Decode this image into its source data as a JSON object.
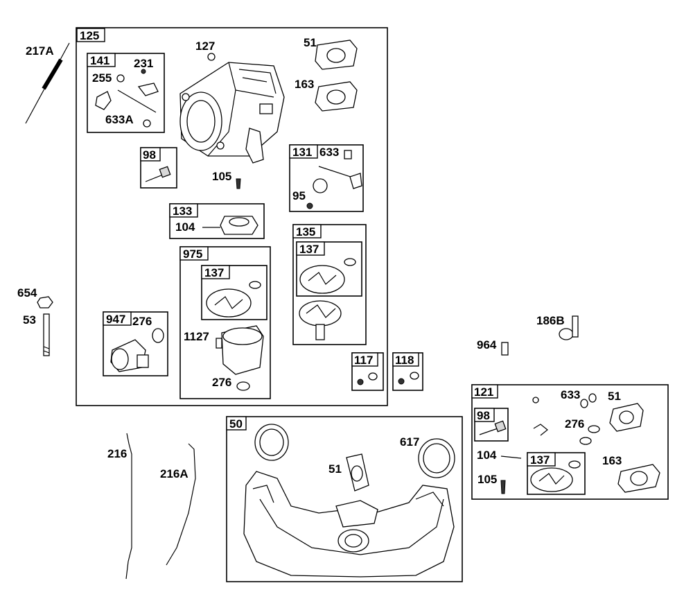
{
  "labels": {
    "l125": "125",
    "l127": "127",
    "l51a": "51",
    "l163a": "163",
    "l141": "141",
    "l231": "231",
    "l255": "255",
    "l633a": "633A",
    "l217a": "217A",
    "l98a": "98",
    "l105a": "105",
    "l131": "131",
    "l633b": "633",
    "l95": "95",
    "l133": "133",
    "l104a": "104",
    "l975": "975",
    "l137a": "137",
    "l1127": "1127",
    "l276a": "276",
    "l135": "135",
    "l137b": "137",
    "l947": "947",
    "l276b": "276",
    "l654": "654",
    "l53": "53",
    "l117": "117",
    "l118": "118",
    "l186b": "186B",
    "l964": "964",
    "l121": "121",
    "l633c": "633",
    "l51b": "51",
    "l98b": "98",
    "l276c": "276",
    "l104b": "104",
    "l137c": "137",
    "l163b": "163",
    "l105b": "105",
    "l216": "216",
    "l216a": "216A",
    "l50": "50",
    "l617": "617",
    "l51c": "51"
  }
}
